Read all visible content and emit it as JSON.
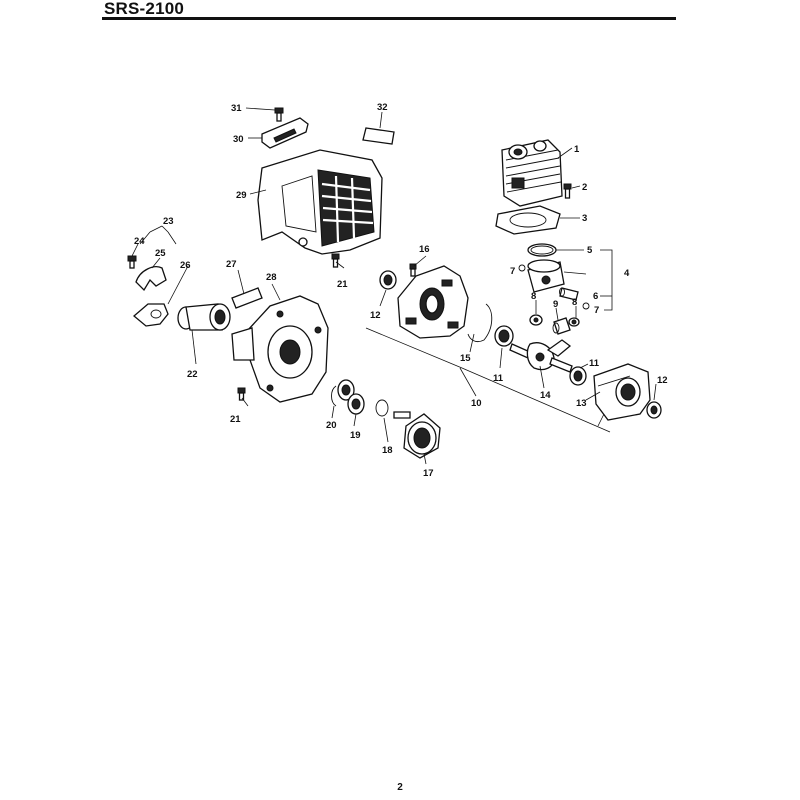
{
  "header": {
    "title": "SRS-2100"
  },
  "footer": {
    "page_number": "2"
  },
  "callouts": {
    "c1": "1",
    "c2": "2",
    "c3": "3",
    "c4": "4",
    "c5": "5",
    "c6": "6",
    "c7a": "7",
    "c7b": "7",
    "c8a": "8",
    "c8b": "8",
    "c9": "9",
    "c10": "10",
    "c11a": "11",
    "c11b": "11",
    "c12a": "12",
    "c12b": "12",
    "c13": "13",
    "c14": "14",
    "c15": "15",
    "c16": "16",
    "c17": "17",
    "c18": "18",
    "c19": "19",
    "c20": "20",
    "c21a": "21",
    "c21b": "21",
    "c22": "22",
    "c23": "23",
    "c24": "24",
    "c25": "25",
    "c26": "26",
    "c27": "27",
    "c28": "28",
    "c29": "29",
    "c30": "30",
    "c31": "31",
    "c32": "32"
  }
}
